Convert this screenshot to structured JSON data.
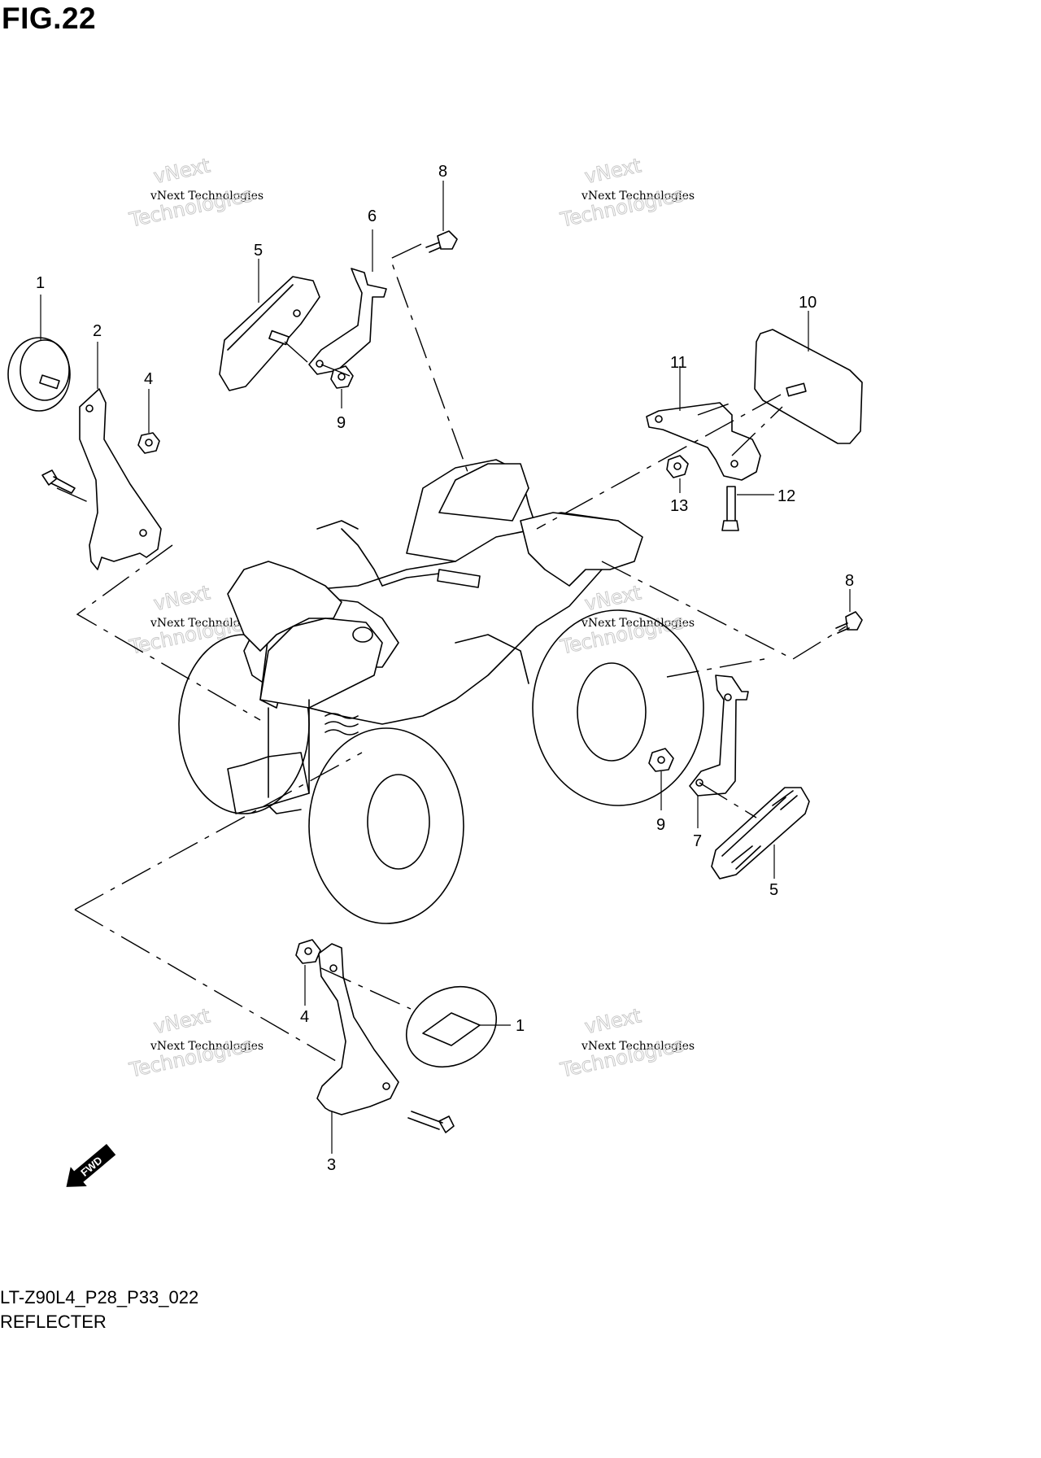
{
  "figure": {
    "title": "FIG.22"
  },
  "footer": {
    "code": "LT-Z90L4_P28_P33_022",
    "name": "REFLECTER"
  },
  "watermark": {
    "line1": "vNext Technologies",
    "line2": "vNext\nTechnologies"
  },
  "forward_label": "FWD",
  "callouts": {
    "c1_top": "1",
    "c2": "2",
    "c4_top": "4",
    "c5_top": "5",
    "c6": "6",
    "c8_top": "8",
    "c9_top": "9",
    "c10": "10",
    "c11": "11",
    "c12": "12",
    "c13": "13",
    "c8_right": "8",
    "c9_bottom": "9",
    "c7": "7",
    "c5_bottom": "5",
    "c4_bottom": "4",
    "c1_bottom": "1",
    "c3": "3"
  }
}
